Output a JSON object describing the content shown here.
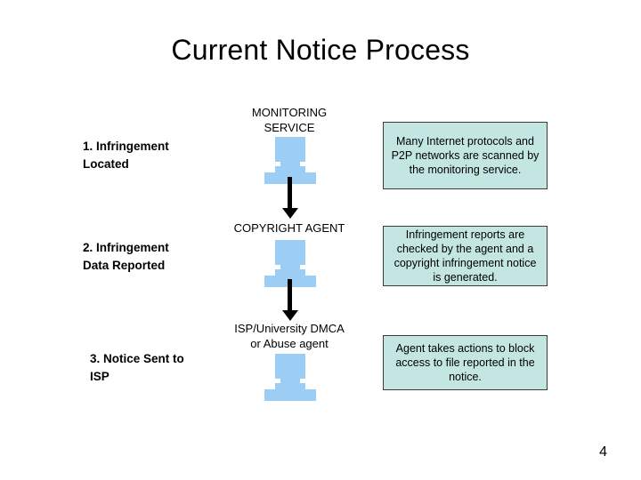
{
  "slide": {
    "title": "Current Notice Process",
    "page_number": "4",
    "colors": {
      "icon_blue": "#9BCDF5",
      "box_fill": "#C3E6E2",
      "box_border": "#3A3A3A",
      "arrow": "#000000",
      "text": "#000000",
      "background": "#FFFFFF"
    }
  },
  "steps": [
    {
      "step_label": "1. Infringement\nLocated",
      "node_caption": "MONITORING\nSERVICE",
      "node_icon": "monitor-icon",
      "description": "Many Internet protocols and P2P networks are scanned by the monitoring service.",
      "arrow_below": "down-arrow-icon"
    },
    {
      "step_label": "2. Infringement\nData Reported",
      "node_caption": "COPYRIGHT AGENT",
      "node_icon": "monitor-icon",
      "description": "Infringement reports are checked by the agent and a copyright infringement notice is generated.",
      "arrow_below": "down-arrow-icon"
    },
    {
      "step_label": "3. Notice Sent to\nISP",
      "node_caption": "ISP/University DMCA\nor Abuse agent",
      "node_icon": "monitor-icon",
      "description": "Agent takes actions to block access to file reported in the notice.",
      "arrow_below": null
    }
  ]
}
